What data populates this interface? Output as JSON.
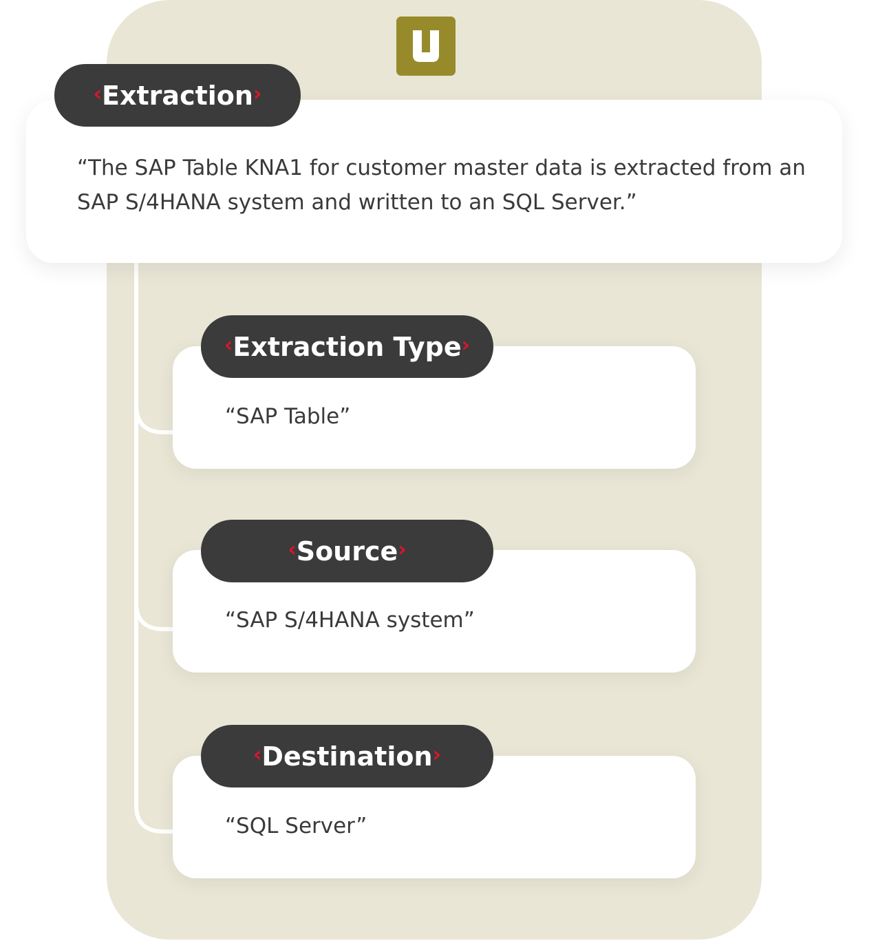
{
  "logo": {
    "letter": "U",
    "color": "#978a2b",
    "icon": "u-logo-icon"
  },
  "extraction": {
    "tag_label": "Extraction",
    "text": "“The SAP Table KNA1 for customer master data is extracted from an SAP S/4HANA system and written to an SQL Server.”"
  },
  "fields": [
    {
      "tag_label": "Extraction Type",
      "value": "“SAP Table”"
    },
    {
      "tag_label": "Source",
      "value": "“SAP S/4HANA system”"
    },
    {
      "tag_label": "Destination",
      "value": "“SQL Server”"
    }
  ],
  "brackets": {
    "open": "‹",
    "close": "›",
    "color": "#e0142b"
  },
  "colors": {
    "panel": "#e9e6d6",
    "tag": "#3b3b3b",
    "card": "#ffffff",
    "text": "#3a3a3a"
  }
}
